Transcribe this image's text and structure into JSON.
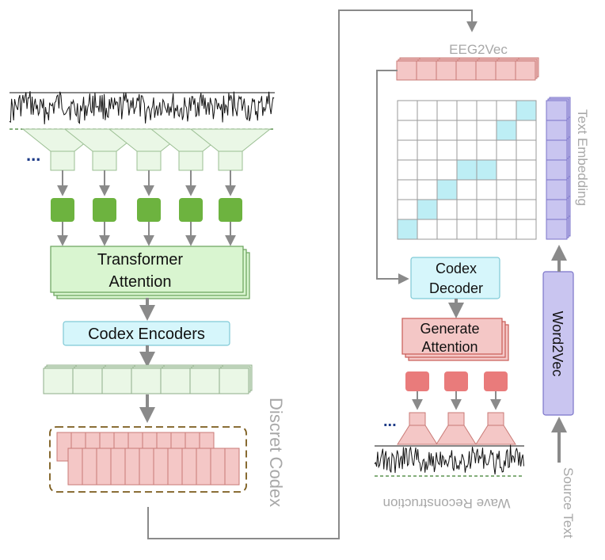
{
  "labels": {
    "transformer_line1": "Transformer",
    "transformer_line2": "Attention",
    "codex_encoders": "Codex Encoders",
    "discret_codex": "Discret Codex",
    "eeg2vec": "EEG2Vec",
    "text_embedding": "Text Embedding",
    "codex_decoder_line1": "Codex",
    "codex_decoder_line2": "Decoder",
    "generate_line1": "Generate",
    "generate_line2": "Attention",
    "word2vec": "Word2Vec",
    "source_text": "Source Text",
    "wave_reconstruction": "Wave Reconstruction",
    "left_ellipsis": "...",
    "right_ellipsis": "..."
  },
  "colors": {
    "light_green_fill": "#eaf7e6",
    "green_block": "#6db33f",
    "transformer_fill": "#d9f5d0",
    "cyan_fill": "#d6f6fb",
    "pink_fill": "#f4c7c6",
    "red_block": "#e97b7b",
    "lavender_fill": "#c9c5f0",
    "grid_highlight": "#bdeef5",
    "arrow_grey": "#8a8a8a",
    "dash_brown": "#7a5a1a",
    "ellipsis_blue": "#1f3c88"
  },
  "matrix": {
    "rows": 7,
    "cols": 7,
    "highlighted_cells": [
      [
        0,
        6
      ],
      [
        1,
        5
      ],
      [
        3,
        3
      ],
      [
        3,
        4
      ],
      [
        4,
        2
      ],
      [
        5,
        1
      ],
      [
        6,
        0
      ]
    ]
  }
}
